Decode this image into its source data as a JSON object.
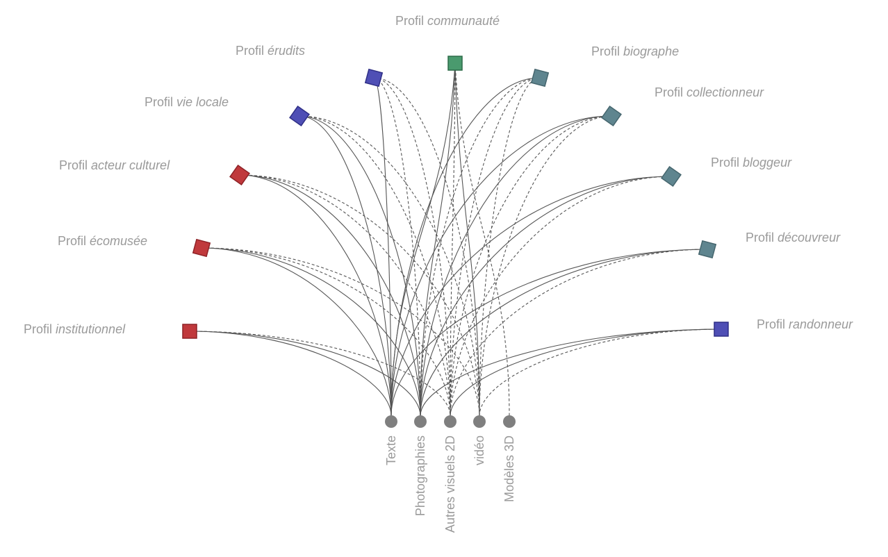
{
  "colors": {
    "red": "#c0393c",
    "red_border": "#8e2226",
    "blue": "#4f4fb5",
    "blue_border": "#2f2f86",
    "green": "#4a9a6e",
    "green_border": "#2d6b49",
    "teal": "#5f858f",
    "teal_border": "#46666e",
    "node": "#7f7f7f",
    "edge": "#555555",
    "label": "#9a9a9a"
  },
  "profiles": [
    {
      "id": "institutionnel",
      "prefix": "Profil ",
      "name": "institutionnel",
      "color": "red"
    },
    {
      "id": "ecomusee",
      "prefix": "Profil ",
      "name": "écomusée",
      "color": "red"
    },
    {
      "id": "acteur-culturel",
      "prefix": "Profil ",
      "name": "acteur culturel",
      "color": "red"
    },
    {
      "id": "vie-locale",
      "prefix": "Profil ",
      "name": "vie locale",
      "color": "blue"
    },
    {
      "id": "erudits",
      "prefix": "Profil ",
      "name": "érudits",
      "color": "blue"
    },
    {
      "id": "communaute",
      "prefix": "Profil ",
      "name": "communauté",
      "color": "green"
    },
    {
      "id": "biographe",
      "prefix": "Profil ",
      "name": "biographe",
      "color": "teal"
    },
    {
      "id": "collectionneur",
      "prefix": "Profil ",
      "name": "collectionneur",
      "color": "teal"
    },
    {
      "id": "bloggeur",
      "prefix": "Profil ",
      "name": "bloggeur",
      "color": "teal"
    },
    {
      "id": "decouvreur",
      "prefix": "Profil ",
      "name": "découvreur",
      "color": "teal"
    },
    {
      "id": "randonneur",
      "prefix": "Profil ",
      "name": "randonneur",
      "color": "blue"
    }
  ],
  "media": [
    {
      "id": "texte",
      "label": "Texte"
    },
    {
      "id": "photographies",
      "label": "Photographies"
    },
    {
      "id": "autres-visuels-2d",
      "label": "Autres visuels 2D"
    },
    {
      "id": "video",
      "label": "vidéo"
    },
    {
      "id": "modeles-3d",
      "label": "Modèles 3D"
    }
  ],
  "links": [
    {
      "from": "institutionnel",
      "to": "texte",
      "style": "solid"
    },
    {
      "from": "institutionnel",
      "to": "photographies",
      "style": "solid"
    },
    {
      "from": "institutionnel",
      "to": "autres-visuels-2d",
      "style": "dashed"
    },
    {
      "from": "ecomusee",
      "to": "texte",
      "style": "solid"
    },
    {
      "from": "ecomusee",
      "to": "photographies",
      "style": "solid"
    },
    {
      "from": "ecomusee",
      "to": "autres-visuels-2d",
      "style": "dashed"
    },
    {
      "from": "ecomusee",
      "to": "video",
      "style": "dashed"
    },
    {
      "from": "acteur-culturel",
      "to": "texte",
      "style": "solid"
    },
    {
      "from": "acteur-culturel",
      "to": "photographies",
      "style": "solid"
    },
    {
      "from": "acteur-culturel",
      "to": "autres-visuels-2d",
      "style": "dashed"
    },
    {
      "from": "acteur-culturel",
      "to": "video",
      "style": "dashed"
    },
    {
      "from": "vie-locale",
      "to": "texte",
      "style": "solid"
    },
    {
      "from": "vie-locale",
      "to": "photographies",
      "style": "solid"
    },
    {
      "from": "vie-locale",
      "to": "autres-visuels-2d",
      "style": "dashed"
    },
    {
      "from": "vie-locale",
      "to": "video",
      "style": "dashed"
    },
    {
      "from": "erudits",
      "to": "texte",
      "style": "solid"
    },
    {
      "from": "erudits",
      "to": "photographies",
      "style": "dashed"
    },
    {
      "from": "erudits",
      "to": "autres-visuels-2d",
      "style": "dashed"
    },
    {
      "from": "erudits",
      "to": "video",
      "style": "dashed"
    },
    {
      "from": "communaute",
      "to": "texte",
      "style": "solid"
    },
    {
      "from": "communaute",
      "to": "photographies",
      "style": "solid"
    },
    {
      "from": "communaute",
      "to": "autres-visuels-2d",
      "style": "dashed"
    },
    {
      "from": "communaute",
      "to": "video",
      "style": "solid"
    },
    {
      "from": "communaute",
      "to": "modeles-3d",
      "style": "dashed"
    },
    {
      "from": "biographe",
      "to": "texte",
      "style": "solid"
    },
    {
      "from": "biographe",
      "to": "photographies",
      "style": "dashed"
    },
    {
      "from": "biographe",
      "to": "autres-visuels-2d",
      "style": "dashed"
    },
    {
      "from": "biographe",
      "to": "video",
      "style": "dashed"
    },
    {
      "from": "collectionneur",
      "to": "texte",
      "style": "solid"
    },
    {
      "from": "collectionneur",
      "to": "photographies",
      "style": "solid"
    },
    {
      "from": "collectionneur",
      "to": "autres-visuels-2d",
      "style": "dashed"
    },
    {
      "from": "collectionneur",
      "to": "video",
      "style": "dashed"
    },
    {
      "from": "bloggeur",
      "to": "texte",
      "style": "solid"
    },
    {
      "from": "bloggeur",
      "to": "photographies",
      "style": "solid"
    },
    {
      "from": "bloggeur",
      "to": "autres-visuels-2d",
      "style": "dashed"
    },
    {
      "from": "decouvreur",
      "to": "texte",
      "style": "solid"
    },
    {
      "from": "decouvreur",
      "to": "photographies",
      "style": "solid"
    },
    {
      "from": "decouvreur",
      "to": "autres-visuels-2d",
      "style": "dashed"
    },
    {
      "from": "randonneur",
      "to": "photographies",
      "style": "solid"
    },
    {
      "from": "randonneur",
      "to": "autres-visuels-2d",
      "style": "solid"
    },
    {
      "from": "randonneur",
      "to": "video",
      "style": "dashed"
    }
  ]
}
